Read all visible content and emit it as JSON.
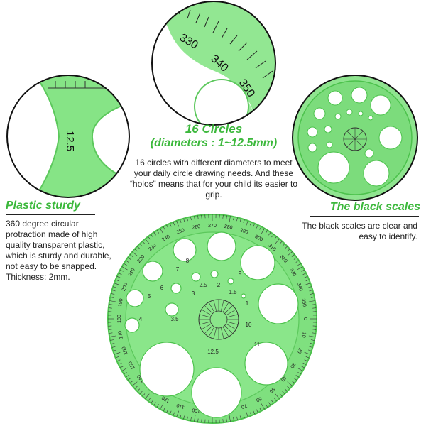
{
  "center": {
    "title": "16 Circles",
    "subtitle": "(diameters : 1~12.5mm)",
    "desc": "16 circles with different diameters to meet your daily circle drawing needs. And these “holos” means that for your child its easier to grip."
  },
  "left": {
    "title": "Plastic sturdy",
    "desc": "360 degree circular protraction made of high quality transparent plastic, which is sturdy and durable, not easy to be snapped. Thickness: 2mm."
  },
  "right": {
    "title": "The black scales",
    "desc": "The black scales are clear and easy to identify."
  },
  "zoom_top": {
    "labels": [
      "330",
      "340",
      "350"
    ]
  },
  "zoom_left": {
    "label": "12.5"
  },
  "ruler": {
    "degree_labels": [
      "0",
      "10",
      "20",
      "30",
      "40",
      "50",
      "60",
      "70",
      "80",
      "90",
      "100",
      "110",
      "120",
      "130",
      "140",
      "150",
      "160",
      "170",
      "180",
      "190",
      "200",
      "210",
      "220",
      "230",
      "240",
      "250",
      "260",
      "270",
      "280",
      "290",
      "300",
      "310",
      "320",
      "330",
      "340",
      "350"
    ],
    "hole_labels": [
      "8",
      "9",
      "7",
      "6",
      "5",
      "4",
      "3",
      "2.5",
      "2",
      "1.5",
      "1",
      "3.5",
      "10",
      "11",
      "12.5"
    ]
  },
  "colors": {
    "accent": "#3cb83c",
    "plastic": "#7fe07f",
    "plastic_dark": "#4cc24c"
  }
}
